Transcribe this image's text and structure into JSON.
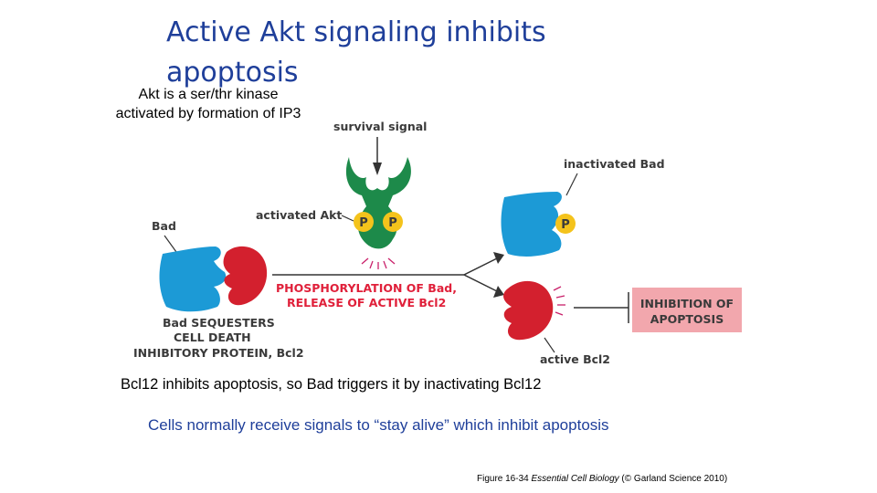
{
  "title": "Active Akt signaling inhibits apoptosis",
  "subnote": "Akt is a ser/thr kinase activated by formation of IP3",
  "diagram": {
    "survival_signal": "survival signal",
    "activated_akt": "activated Akt",
    "phosphate": "P",
    "bad": "Bad",
    "bad_sequesters": [
      "Bad SEQUESTERS",
      "CELL DEATH",
      "INHIBITORY PROTEIN, Bcl2"
    ],
    "phosphorylation": [
      "PHOSPHORYLATION OF Bad,",
      "RELEASE OF ACTIVE Bcl2"
    ],
    "inactivated_bad": "inactivated Bad",
    "active_bcl2": "active Bcl2",
    "inhibition": [
      "INHIBITION OF",
      "APOPTOSIS"
    ]
  },
  "caption1": "Bcl12 inhibits apoptosis, so Bad triggers it by inactivating Bcl12",
  "caption2": "Cells normally receive signals to “stay alive” which inhibit apoptosis",
  "credit": {
    "prefix": "Figure 16-34  ",
    "book": "Essential Cell Biology",
    "suffix": " (© Garland Science 2010)"
  },
  "colors": {
    "title_blue": "#1f3f9a",
    "akt_green": "#1d8a4a",
    "bad_blue": "#1c9ad6",
    "bcl2_red": "#d3202e",
    "phosphate_yellow": "#f4c31c",
    "inhibition_box": "#f2a7ad"
  }
}
